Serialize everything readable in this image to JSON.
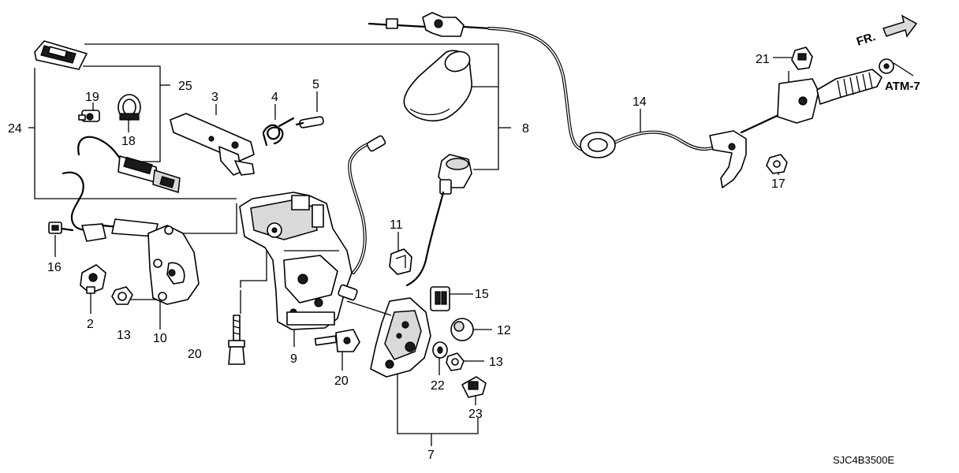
{
  "diagram_code": "SJC4B3500E",
  "direction_label": "FR.",
  "ref_label": "ATM-7",
  "callouts": {
    "c24": "24",
    "c25": "25",
    "c19": "19",
    "c18": "18",
    "c3": "3",
    "c4": "4",
    "c5": "5",
    "c16": "16",
    "c2": "2",
    "c13a": "13",
    "c10": "10",
    "c20a": "20",
    "c9": "9",
    "c20b": "20",
    "c8": "8",
    "c11": "11",
    "c15": "15",
    "c12": "12",
    "c13b": "13",
    "c22": "22",
    "c23": "23",
    "c7": "7",
    "c14": "14",
    "c21": "21",
    "c17": "17"
  }
}
